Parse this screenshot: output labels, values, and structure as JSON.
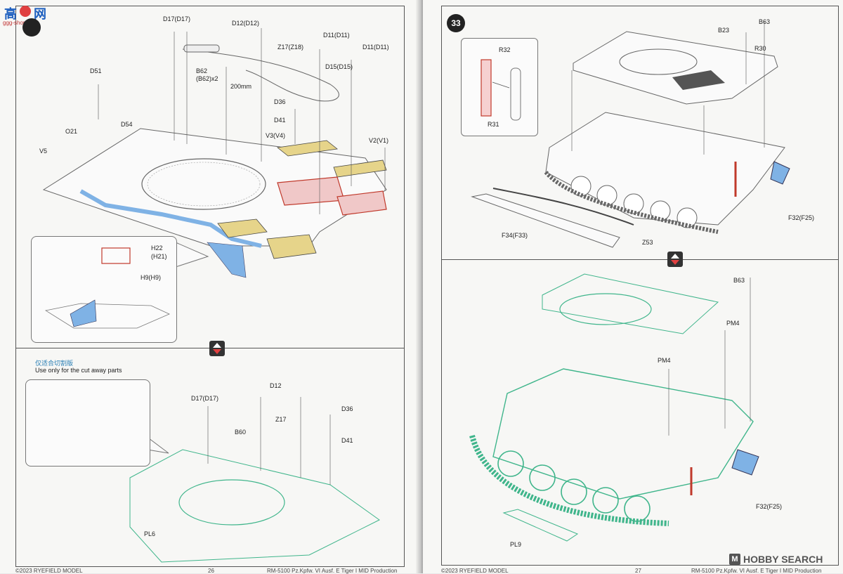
{
  "watermark": {
    "cn_chars": "高",
    "site_a": "网",
    "site_url": "ggg-shop.com"
  },
  "left_page": {
    "top_labels": {
      "D17_D17_a": "D17(D17)",
      "D12_D12": "D12(D12)",
      "Z17_Z18": "Z17(Z18)",
      "D11_D11_a": "D11(D11)",
      "D11_D11_b": "D11(D11)",
      "D15_D15": "D15(D15)",
      "D51": "D51",
      "D54": "D54",
      "B62": "B62",
      "B62x2": "(B62)x2",
      "len": "200mm",
      "D36": "D36",
      "D41": "D41",
      "V3_V4": "V3(V4)",
      "V2_V1": "V2(V1)",
      "O21": "O21",
      "V5": "V5",
      "H22": "H22",
      "H21": "(H21)",
      "H9_H9": "H9(H9)"
    },
    "bottom": {
      "note_cn": "仅适合切割版",
      "note_en": "Use only for the cut away parts",
      "D17_D17": "D17(D17)",
      "D12": "D12",
      "Z17": "Z17",
      "B60": "B60",
      "D36": "D36",
      "D41": "D41",
      "PL6": "PL6"
    },
    "footer": {
      "copyright": "©2023 RYEFIELD MODEL",
      "page": "26",
      "title": "RM-5100 Pz.Kpfw. VI Ausf. E Tiger I MID Production"
    }
  },
  "right_page": {
    "step": "33",
    "top_labels": {
      "B63": "B63",
      "B23": "B23",
      "R30": "R30",
      "R32": "R32",
      "R31": "R31",
      "F34_F33": "F34(F33)",
      "Z53": "Z53",
      "F32_F25": "F32(F25)"
    },
    "bottom_labels": {
      "B63": "B63",
      "PM4_a": "PM4",
      "PM4_b": "PM4",
      "F32_F25": "F32(F25)",
      "PL9": "PL9"
    },
    "footer": {
      "copyright": "©2023 RYEFIELD MODEL",
      "page": "27",
      "title": "RM-5100 Pz.Kpfw. VI Ausf. E Tiger I MID Production"
    }
  },
  "brand": {
    "name": "HOBBY SEARCH",
    "mark": "M"
  },
  "colors": {
    "blue": "#7fb2e5",
    "green": "#3fb58b",
    "red": "#c0392b",
    "mesh": "#e6d48a"
  }
}
